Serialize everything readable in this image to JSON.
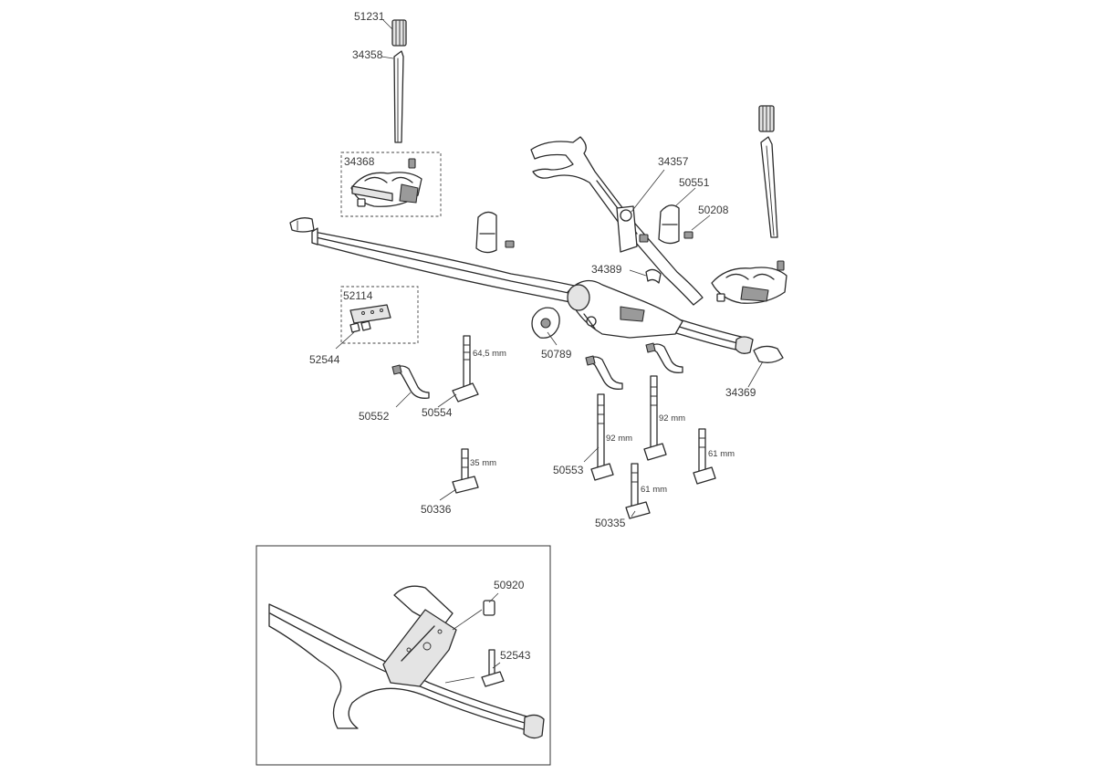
{
  "parts": {
    "p51231": "51231",
    "p34358": "34358",
    "p34368": "34368",
    "p34357": "34357",
    "p50551": "50551",
    "p50208": "50208",
    "p34389": "34389",
    "p52114": "52114",
    "p52544": "52544",
    "p50789": "50789",
    "p34369": "34369",
    "p50552": "50552",
    "p50554": "50554",
    "p50553": "50553",
    "p50336": "50336",
    "p50335": "50335",
    "p50920": "50920",
    "p52543": "52543"
  },
  "dimensions": {
    "d64_5": "64,5 mm",
    "d92_left": "92 mm",
    "d92_right": "92 mm",
    "d61_right": "61 mm",
    "d35": "35 mm",
    "d61_lower": "61 mm"
  }
}
